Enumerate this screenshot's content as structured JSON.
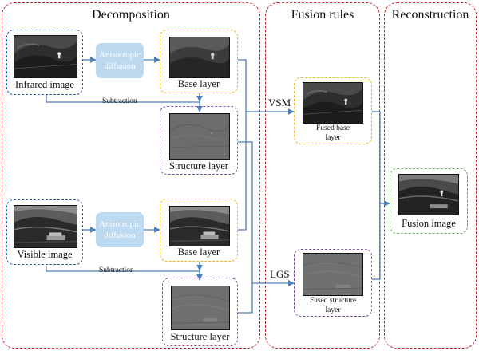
{
  "panels": {
    "decomposition": "Decomposition",
    "fusion_rules": "Fusion rules",
    "reconstruction": "Reconstruction"
  },
  "infrared": {
    "caption": "Infrared image",
    "process": [
      "Anisotropic",
      "diffusion"
    ],
    "base": "Base layer",
    "structure": "Structure layer",
    "subtraction": "Subtraction"
  },
  "visible": {
    "caption": "Visible image",
    "process": [
      "Anisotropic",
      "diffusion"
    ],
    "base": "Base layer",
    "structure": "Structure layer",
    "subtraction": "Subtraction"
  },
  "fusion": {
    "vsm": "VSM",
    "lgs": "LGS",
    "fused_base": [
      "Fused base",
      "layer"
    ],
    "fused_structure": [
      "Fused structure",
      "layer"
    ]
  },
  "reconstruction": {
    "caption": "Fusion image"
  },
  "colors": {
    "panel_border": "#c8202a",
    "blue": "#2f5ea8",
    "yellow": "#efb51b",
    "purple": "#7d4fa4",
    "green": "#5fb24a",
    "process_fill": "#bcd9f0",
    "arrow": "#4a7fc1"
  }
}
